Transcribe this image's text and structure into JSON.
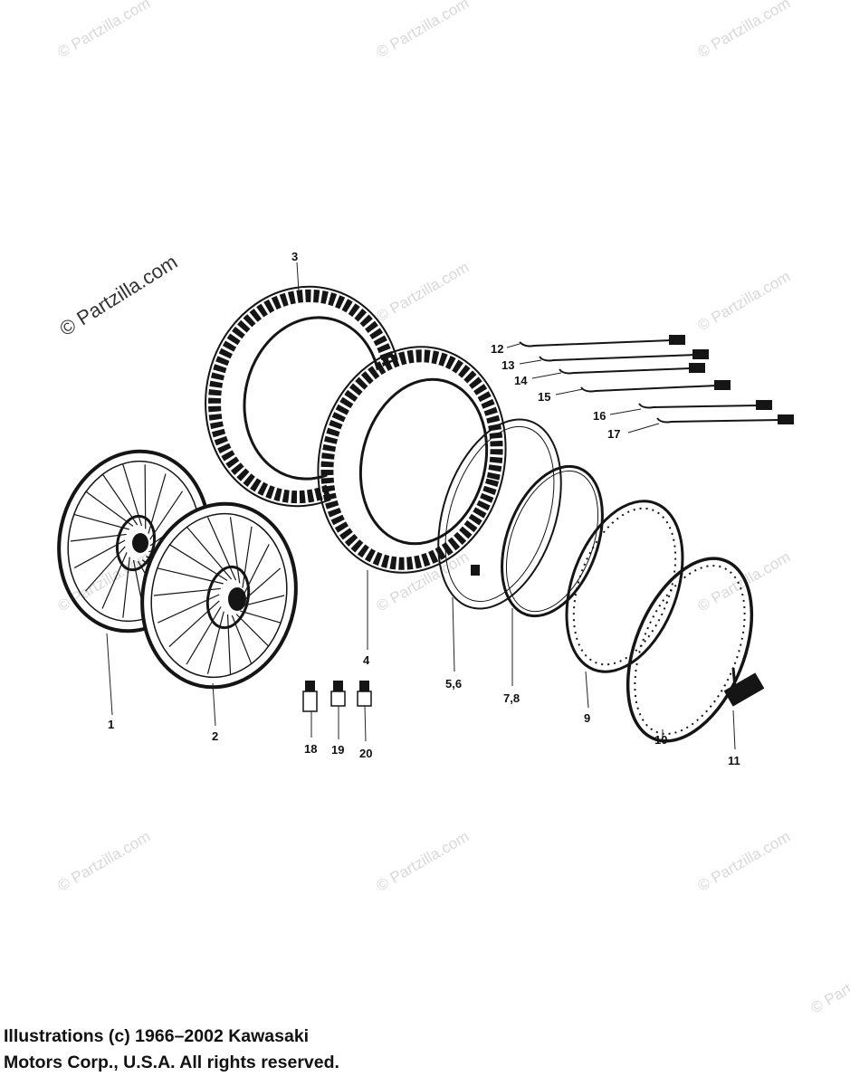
{
  "watermarks": {
    "faint": [
      "© Partzilla.com",
      "© Partzilla.com",
      "© Partzilla.com",
      "© Partzilla.com",
      "© Partzilla.com",
      "© Partzilla.com",
      "© Partzilla.com",
      "© Partzilla.com",
      "© Partzilla.com",
      "© Partzilla.com",
      "© Partzilla.com",
      "© Partzilla.com"
    ],
    "strong": "© Partzilla.com"
  },
  "callouts": {
    "c1": "1",
    "c2": "2",
    "c3": "3",
    "c4": "4",
    "c56": "5,6",
    "c78": "7,8",
    "c9": "9",
    "c10": "10",
    "c11": "11",
    "c12": "12",
    "c13": "13",
    "c14": "14",
    "c15": "15",
    "c16": "16",
    "c17": "17",
    "c18": "18",
    "c19": "19",
    "c20": "20"
  },
  "copyright": {
    "line1": "Illustrations (c) 1966–2002 Kawasaki",
    "line2": "Motors Corp., U.S.A.  All rights reserved."
  },
  "colors": {
    "ink": "#151515",
    "watermark": "#d9d9d9",
    "background": "#ffffff"
  }
}
